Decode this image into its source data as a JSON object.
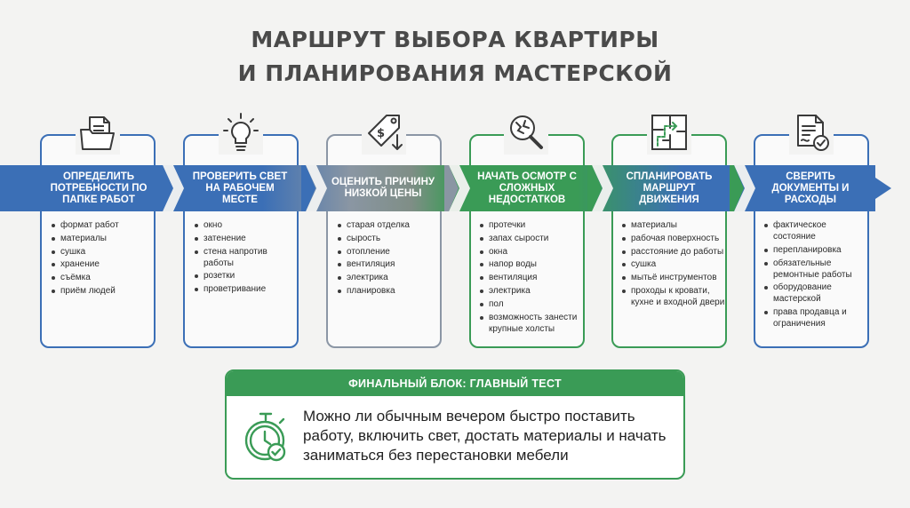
{
  "title": {
    "line1": "МАРШРУТ ВЫБОРА КВАРТИРЫ",
    "line2": "И ПЛАНИРОВАНИЯ МАСТЕРСКОЙ"
  },
  "colors": {
    "blue": "#3b6fb6",
    "gray": "#8b96a5",
    "green": "#3a9b56"
  },
  "steps": [
    {
      "icon": "folder-documents-icon",
      "label": "ОПРЕДЕЛИТЬ ПОТРЕБНОСТИ ПО ПАПКЕ РАБОТ",
      "items": [
        "формат работ",
        "материалы",
        "сушка",
        "хранение",
        "съёмка",
        "приём людей"
      ]
    },
    {
      "icon": "light-bulb-icon",
      "label": "ПРОВЕРИТЬ СВЕТ НА РАБОЧЕМ МЕСТЕ",
      "items": [
        "окно",
        "затенение",
        "стена напротив работы",
        "розетки",
        "проветривание"
      ]
    },
    {
      "icon": "price-tag-icon",
      "label": "ОЦЕНИТЬ ПРИЧИНУ НИЗКОЙ ЦЕНЫ",
      "items": [
        "старая отделка",
        "сырость",
        "отопление",
        "вентиляция",
        "электрика",
        "планировка"
      ]
    },
    {
      "icon": "magnifier-crack-icon",
      "label": "НАЧАТЬ ОСМОТР С СЛОЖНЫХ НЕДОСТАТКОВ",
      "items": [
        "протечки",
        "запах сырости",
        "окна",
        "напор воды",
        "вентиляция",
        "электрика",
        "пол",
        "возможность занести крупные холсты"
      ]
    },
    {
      "icon": "floor-plan-route-icon",
      "label": "СПЛАНИРОВАТЬ МАРШРУТ ДВИЖЕНИЯ",
      "items": [
        "материалы",
        "рабочая поверхность",
        "расстояние до работы",
        "сушка",
        "мытьё инструментов",
        "проходы к кровати, кухне и входной двери"
      ]
    },
    {
      "icon": "document-check-icon",
      "label": "СВЕРИТЬ ДОКУМЕНТЫ И РАСХОДЫ",
      "items": [
        "фактическое состояние",
        "перепланировка",
        "обязательные ремонтные работы",
        "оборудование мастерской",
        "права продавца и ограничения"
      ]
    }
  ],
  "final": {
    "header": "ФИНАЛЬНЫЙ БЛОК: ГЛАВНЫЙ ТЕСТ",
    "icon": "stopwatch-check-icon",
    "text": "Можно ли обычным вечером быстро поставить работу, включить свет, достать материалы и начать заниматься без перестановки мебели"
  }
}
